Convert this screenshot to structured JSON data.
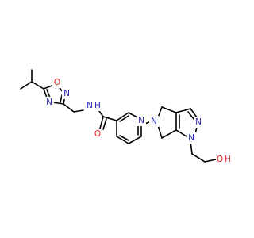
{
  "figure": {
    "colors": {
      "carbon_bond": "#000000",
      "nitrogen": "#2a2ab8",
      "oxygen": "#e8221b",
      "background": "#ffffff"
    },
    "atom_labels": {
      "oxadiazole_ring_o": "O",
      "oxadiazole_n4": "N",
      "oxadiazole_n2": "N",
      "amide_nh": "N",
      "amide_h": "H",
      "amide_o": "O",
      "pyridine_n": "N",
      "pyrrolidine_n": "N",
      "pyrazole_n2": "N",
      "pyrazole_n1": "N",
      "hydroxyl_o": "O",
      "hydroxyl_h": "H"
    }
  }
}
